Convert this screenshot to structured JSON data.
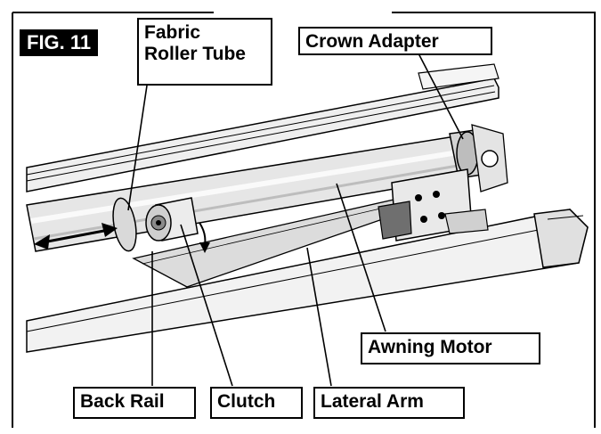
{
  "figure": {
    "tag": "FIG. 11"
  },
  "labels": {
    "fabric_roller_tube_line1": "Fabric",
    "fabric_roller_tube_line2": "Roller Tube",
    "crown_adapter": "Crown Adapter",
    "awning_motor": "Awning Motor",
    "back_rail": "Back Rail",
    "clutch": "Clutch",
    "lateral_arm": "Lateral Arm"
  },
  "colors": {
    "line": "#000000",
    "background": "#ffffff",
    "shade_light": "#e8e8e8",
    "shade_mid": "#c8c8c8",
    "shade_dark": "#9a9a9a"
  }
}
